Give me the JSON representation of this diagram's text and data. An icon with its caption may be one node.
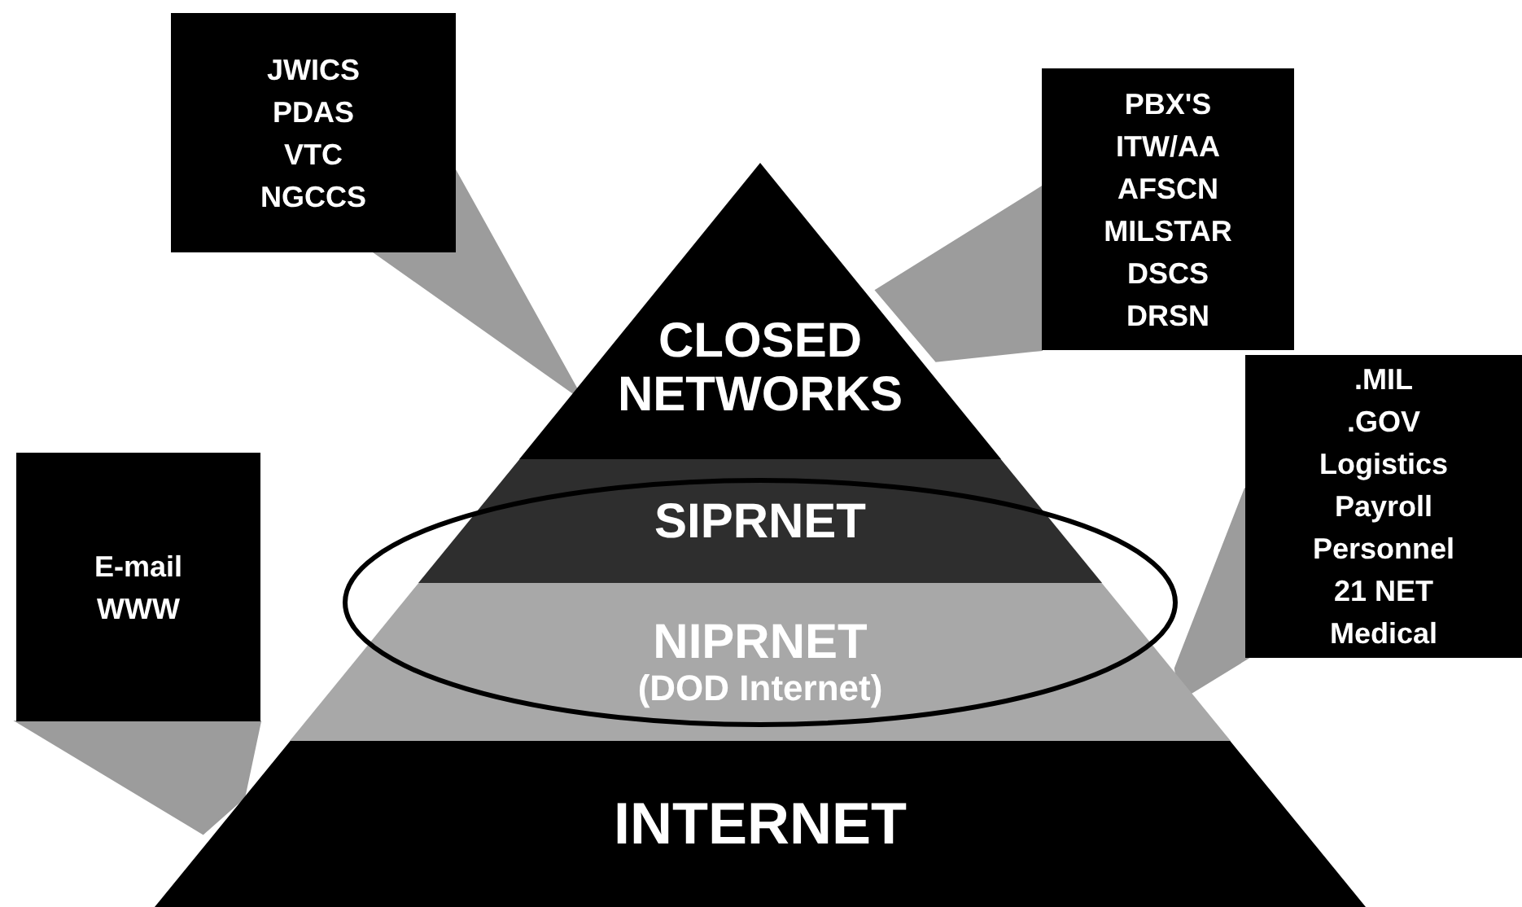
{
  "diagram": {
    "nodes": [
      {
        "text": [
          "CLOSED NETWORKS"
        ]
      },
      {
        "text": [
          "SIPRNET"
        ]
      },
      {
        "text": [
          "NIPRNET",
          "(DOD Internet)"
        ]
      },
      {
        "text": [
          "INTERNET"
        ]
      },
      {
        "text": [
          "JWICS",
          "PDAS",
          "VTC",
          "NGCCS"
        ]
      },
      {
        "text": [
          "PBX'S",
          "ITW/AA",
          "AFSCN",
          "MILSTAR",
          "DSCS",
          "DRSN"
        ]
      },
      {
        "text": [
          ".MIL",
          ".GOV",
          "Logistics",
          "Payroll",
          "Personnel",
          "21 NET",
          "Medical"
        ]
      },
      {
        "text": [
          "E-mail",
          "WWW"
        ]
      }
    ],
    "edges": [
      {
        "from": 4,
        "to": 0,
        "arrow": "none"
      },
      {
        "from": 5,
        "to": 0,
        "arrow": "none"
      },
      {
        "from": 6,
        "to": 2,
        "arrow": "none"
      },
      {
        "from": 7,
        "to": 3,
        "arrow": "none"
      }
    ]
  }
}
